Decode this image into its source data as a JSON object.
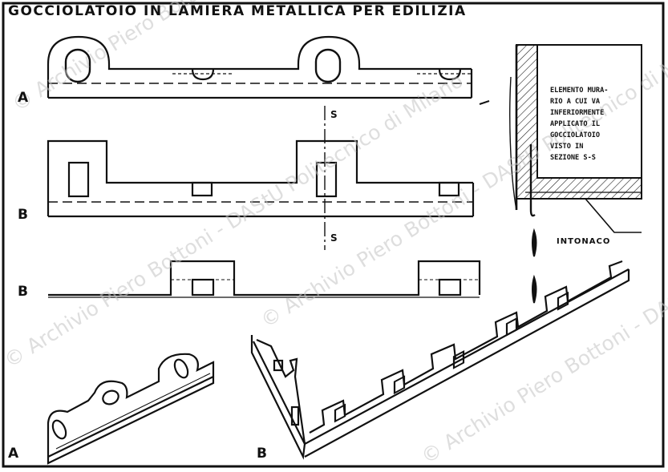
{
  "title": "GOCCIOLATOIO  IN  LAMIERA  METALLICA  PER  EDILIZIA",
  "labels": {
    "view_a": "A",
    "view_b1": "B",
    "view_b2": "B",
    "persp_a": "A",
    "persp_b": "B",
    "section_top": "S",
    "section_bottom": "S"
  },
  "note_lines": [
    "ELEMENTO MURA-",
    "RIO A CUI  VA",
    "INFERIORMENTE",
    "APPLICATO  IL",
    "GOCCIOLATOIO",
    "VISTO    IN",
    "SEZIONE  S-S"
  ],
  "intonaco": "INTONACO",
  "watermark": "© Archivio Piero Bottoni - DAStU Politecnico di Milano"
}
